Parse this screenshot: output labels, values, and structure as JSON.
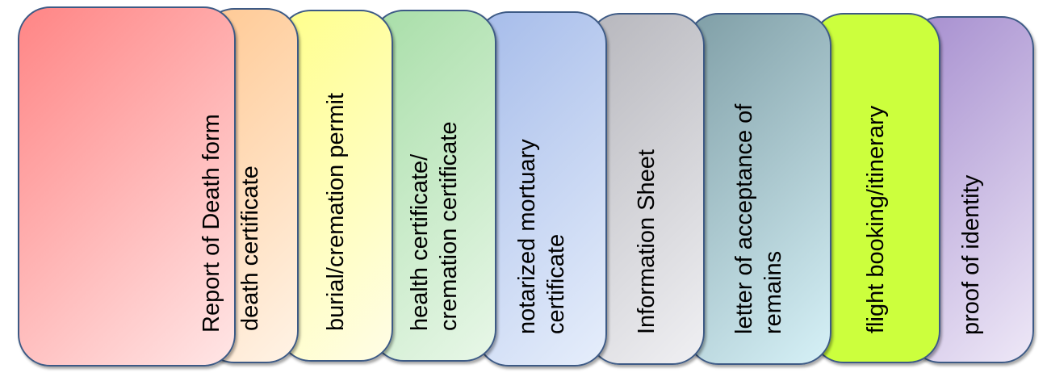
{
  "cards": [
    {
      "label": "Report of Death form",
      "colors": [
        "#ff8585",
        "#ffe6e6"
      ]
    },
    {
      "label": "death certificate",
      "colors": [
        "#ffc994",
        "#fff3e6"
      ]
    },
    {
      "label": "burial/cremation  permit",
      "colors": [
        "#ffff8c",
        "#fffde6"
      ]
    },
    {
      "label": "health certificate/\ncremation certificate",
      "colors": [
        "#a8dea8",
        "#e8f7e8"
      ]
    },
    {
      "label": "notarized mortuary\ncertificate",
      "colors": [
        "#a6bcea",
        "#e6eefb"
      ]
    },
    {
      "label": "Information Sheet",
      "colors": [
        "#b7b7bd",
        "#f0f0f3"
      ]
    },
    {
      "label": "letter of acceptance of\nremains",
      "colors": [
        "#7f9ea6",
        "#d6f1f7"
      ]
    },
    {
      "label": "flight booking/itinerary",
      "colors": [
        "#ccff3d",
        "#ccff3d"
      ]
    },
    {
      "label": "proof of identity",
      "colors": [
        "#a68ecf",
        "#eee8f7"
      ]
    }
  ]
}
